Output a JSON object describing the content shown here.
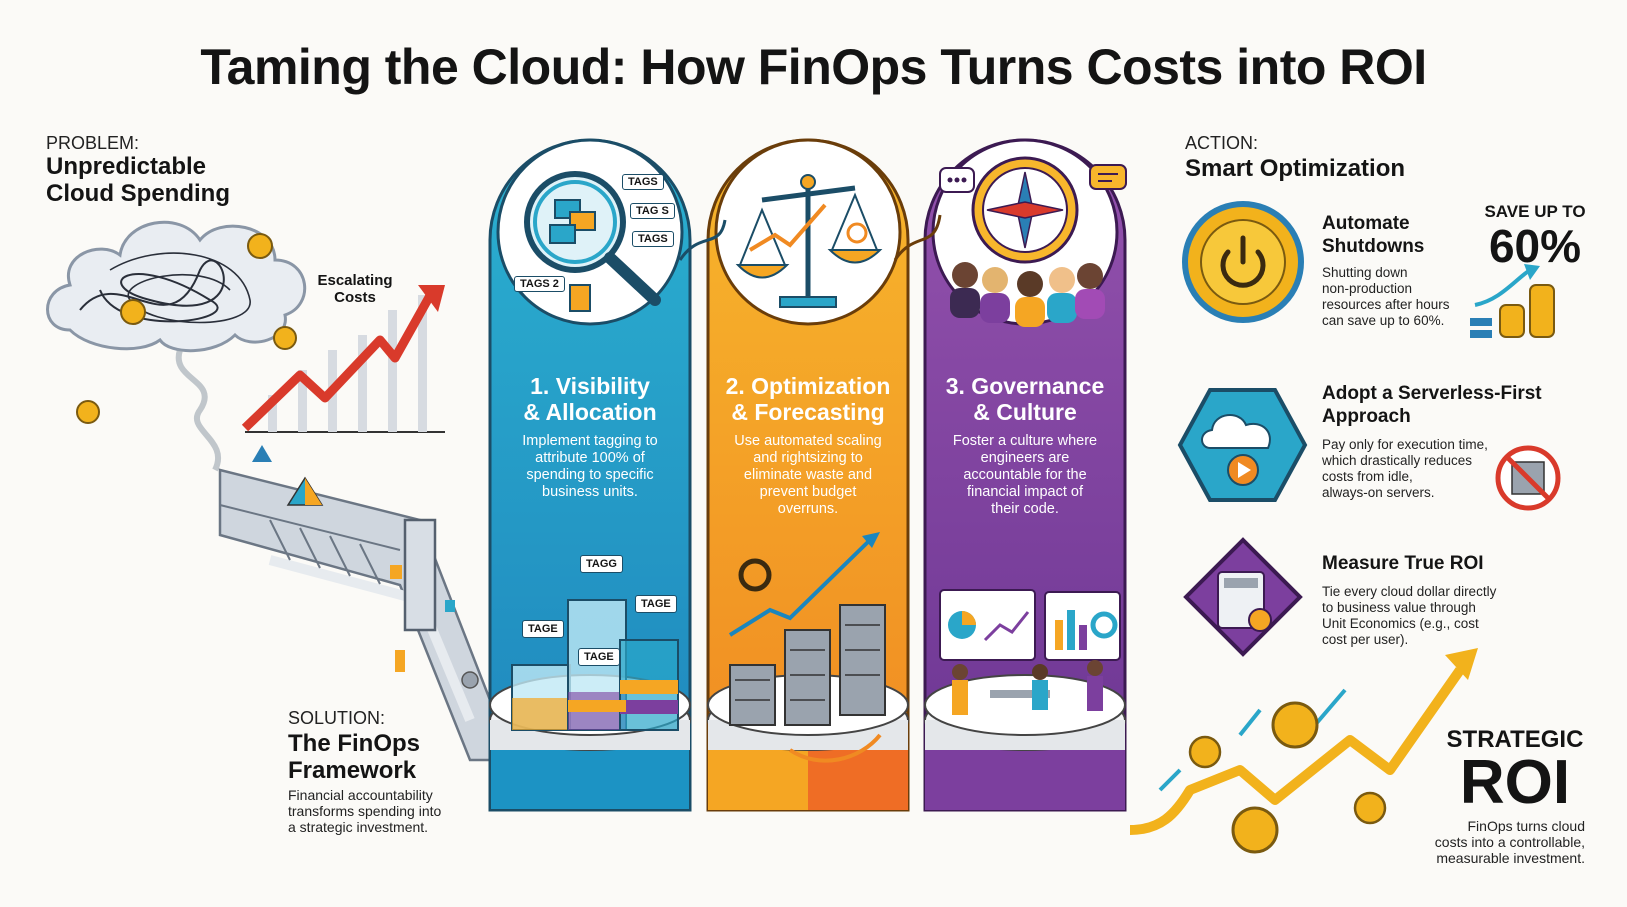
{
  "title": "Taming the Cloud: How FinOps Turns Costs into ROI",
  "problem": {
    "kicker": "PROBLEM:",
    "heading_line1": "Unpredictable",
    "heading_line2": "Cloud Spending",
    "chart_label_line1": "Escalating",
    "chart_label_line2": "Costs"
  },
  "solution": {
    "kicker": "SOLUTION:",
    "heading_line1": "The FinOps",
    "heading_line2": "Framework",
    "desc_line1": "Financial accountability",
    "desc_line2": "transforms spending into",
    "desc_line3": "a strategic investment."
  },
  "pillars": [
    {
      "title_line1": "1. Visibility",
      "title_line2": "& Allocation",
      "desc": [
        "Implement tagging to",
        "attribute 100% of",
        "spending to specific",
        "business units."
      ],
      "tags": [
        "TAGS",
        "TAG S",
        "TAGS",
        "TAGS 2"
      ],
      "cube_tags": [
        "TAGG",
        "TAGE",
        "TAGE",
        "TAGE"
      ],
      "color_top": "#2aa6c9",
      "color_bottom": "#1f8fc0"
    },
    {
      "title_line1": "2. Optimization",
      "title_line2": "& Forecasting",
      "desc": [
        "Use automated scaling",
        "and rightsizing to",
        "eliminate waste and",
        "prevent budget",
        "overruns."
      ],
      "color_top": "#f5a623",
      "color_bottom": "#f07a20"
    },
    {
      "title_line1": "3. Governance",
      "title_line2": "& Culture",
      "desc": [
        "Foster a culture where",
        "engineers are",
        "accountable for the",
        "financial impact of",
        "their code."
      ],
      "color_top": "#8a4aa6",
      "color_bottom": "#6a3590"
    }
  ],
  "action": {
    "kicker": "ACTION:",
    "heading": "Smart Optimization",
    "items": [
      {
        "title_line1": "Automate",
        "title_line2": "Shutdowns",
        "desc": [
          "Shutting down",
          "non-production",
          "resources after hours",
          "can save up to 60%."
        ],
        "icon": "power-icon"
      },
      {
        "title_line1": "Adopt a Serverless-First",
        "title_line2": "Approach",
        "desc": [
          "Pay only for execution time,",
          "which drastically reduces",
          "costs from idle,",
          "always-on servers."
        ],
        "icon": "cloud-play-icon"
      },
      {
        "title_line1": "Measure True ROI",
        "desc": [
          "Tie every cloud dollar directly",
          "to business value through",
          "Unit Economics (e.g., cost",
          "cost per user)."
        ],
        "icon": "calculator-icon"
      }
    ],
    "save_kicker": "SAVE UP TO",
    "save_value": "60%"
  },
  "roi": {
    "kicker": "STRATEGIC",
    "value": "ROI",
    "desc_line1": "FinOps turns cloud",
    "desc_line2": "costs into a controllable,",
    "desc_line3": "measurable investment."
  },
  "colors": {
    "teal": "#2aa6c9",
    "orange": "#f5a623",
    "purple": "#8a4aa6",
    "red_arrow": "#d93a2b",
    "gold": "#f2b21c"
  }
}
